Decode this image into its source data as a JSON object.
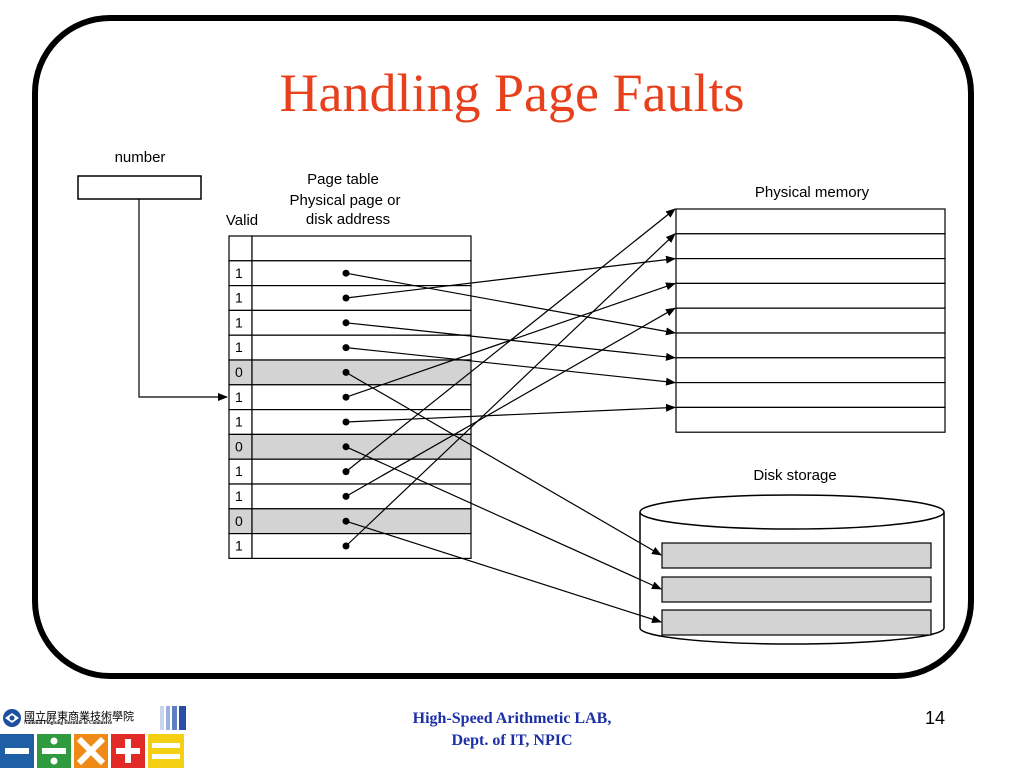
{
  "title": "Handling Page Faults",
  "labels": {
    "number": "number",
    "page_table": "Page table",
    "physical_page_line1": "Physical page or",
    "physical_page_line2": "disk address",
    "valid": "Valid",
    "physical_memory": "Physical memory",
    "disk_storage": "Disk storage"
  },
  "page_table": {
    "valid_bits": [
      "1",
      "1",
      "1",
      "1",
      "0",
      "1",
      "1",
      "0",
      "1",
      "1",
      "0",
      "1"
    ],
    "colors": {
      "invalid_fill": "#d3d3d3",
      "valid_fill": "#ffffff"
    }
  },
  "footer": {
    "line1": "High-Speed Arithmetic LAB,",
    "line2": "Dept. of IT, NPIC",
    "page_number": "14"
  },
  "logo": {
    "name_cn": "國立屏東商業技術學院",
    "name_en": "National Pingtung Institute of Commerce",
    "icon": "math-operators-logo"
  },
  "colors": {
    "title": "#e8401c",
    "footer": "#1c2fa6"
  }
}
